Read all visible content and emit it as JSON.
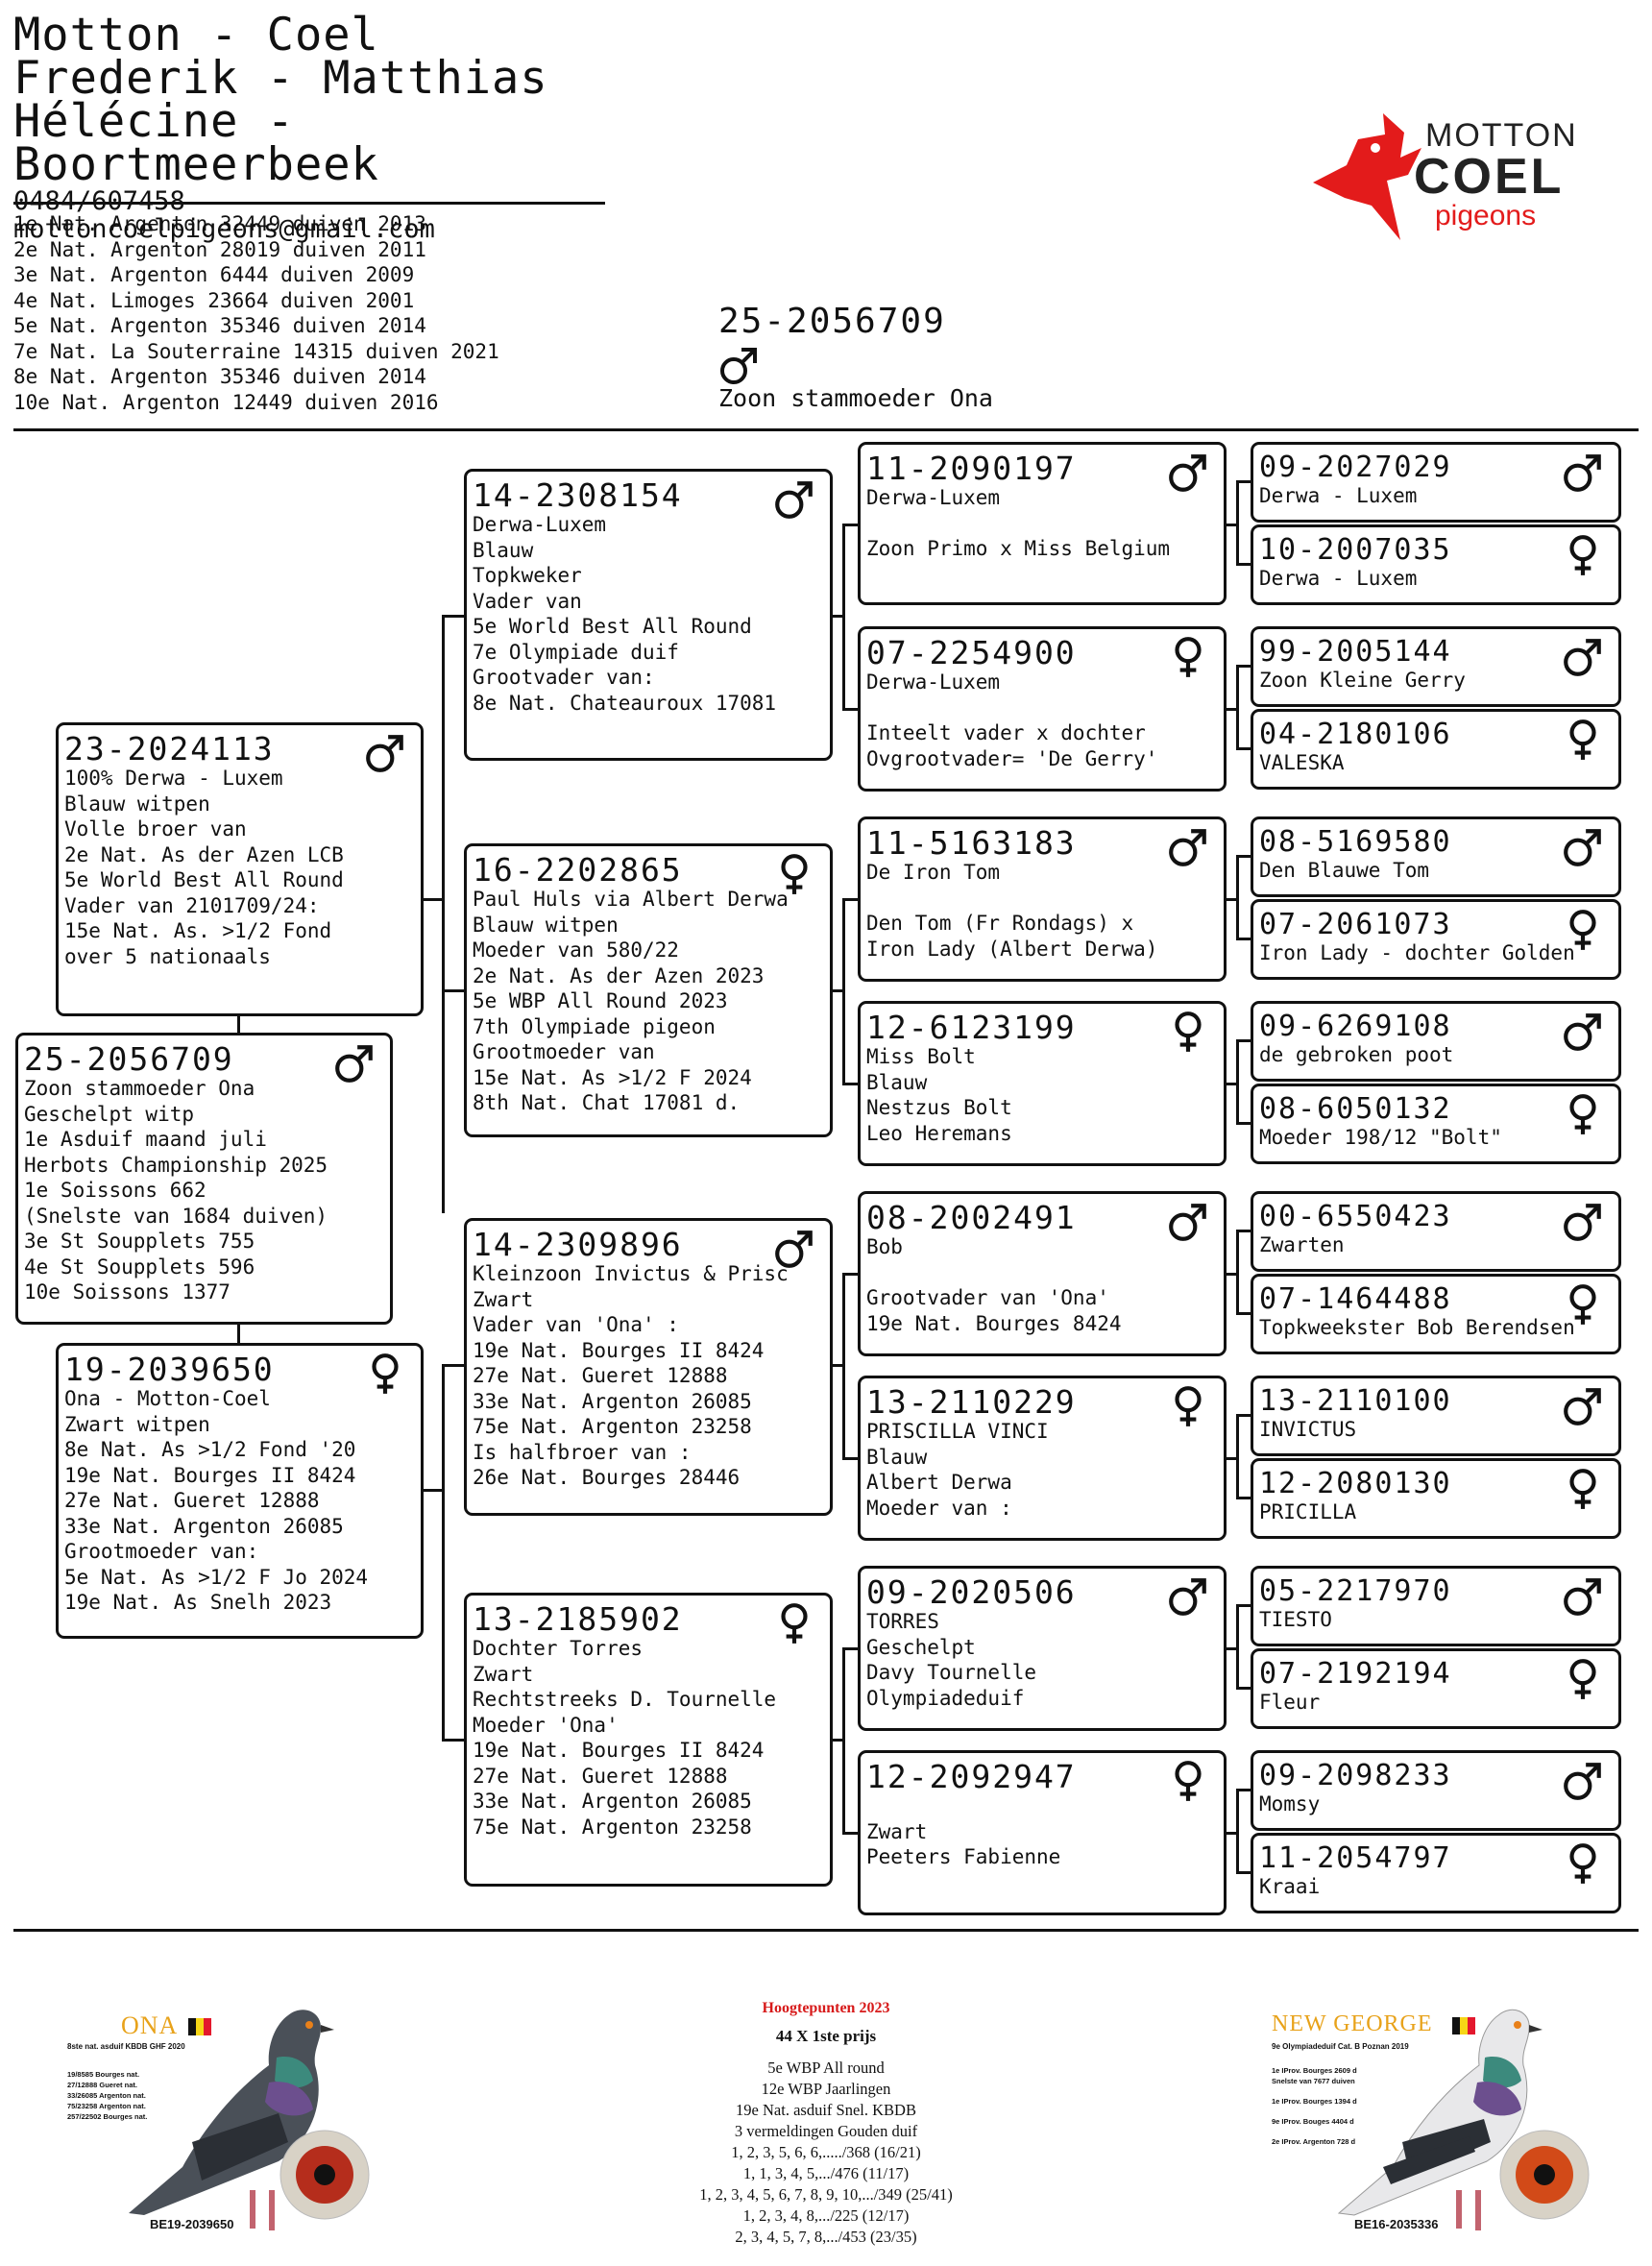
{
  "header": {
    "names": [
      "Motton - Coel",
      "Frederik - Matthias",
      "Hélécine - Boortmeerbeek"
    ],
    "phone": "0484/607458",
    "email": "mottoncoelpigeons@gmail.com",
    "results": [
      "1e Nat. Argenton 32449 duiven 2013",
      "2e Nat. Argenton 28019 duiven 2011",
      "3e Nat. Argenton 6444 duiven 2009",
      "4e Nat. Limoges 23664 duiven 2001",
      "5e Nat. Argenton 35346 duiven 2014",
      "7e Nat. La Souterraine 14315 duiven 2021",
      "8e Nat. Argenton 35346 duiven 2014",
      "10e Nat. Argenton 12449 duiven 2016"
    ],
    "subject_ring": "25-2056709",
    "subject_sex": "male",
    "subject_name": "Zoon stammoeder Ona"
  },
  "logo": {
    "line1": "MOTTON",
    "line2": "COEL",
    "line3": "pigeons",
    "accent": "#e31b1b"
  },
  "pedigree": {
    "subject": {
      "ring": "25-2056709",
      "sex": "male",
      "lines": [
        "Zoon stammoeder Ona",
        "Geschelpt witp",
        "1e Asduif maand juli",
        "Herbots Championship 2025",
        "1e Soissons 662",
        "(Snelste van 1684 duiven)",
        "3e St Soupplets 755",
        "4e St Soupplets 596",
        "10e Soissons 1377"
      ]
    },
    "father": {
      "ring": "23-2024113",
      "sex": "male",
      "lines": [
        "100% Derwa - Luxem",
        "Blauw witpen",
        "Volle broer van",
        "2e Nat. As der Azen LCB",
        "5e World Best All Round",
        "Vader van 2101709/24:",
        "15e Nat. As. >1/2 Fond",
        "over 5 nationaals"
      ]
    },
    "mother": {
      "ring": "19-2039650",
      "sex": "female",
      "lines": [
        "Ona - Motton-Coel",
        "Zwart witpen",
        "8e Nat. As >1/2 Fond '20",
        "19e Nat. Bourges II 8424",
        "27e Nat. Gueret 12888",
        "33e Nat. Argenton 26085",
        "Grootmoeder van:",
        "5e Nat. As >1/2 F Jo 2024",
        "19e Nat. As Snelh 2023"
      ]
    },
    "gen2": [
      {
        "ring": "14-2308154",
        "sex": "male",
        "lines": [
          "Derwa-Luxem",
          "Blauw",
          "Topkweker",
          "Vader van",
          "5e World Best All Round",
          "7e Olympiade duif",
          "Grootvader van:",
          "8e Nat. Chateauroux 17081"
        ]
      },
      {
        "ring": "16-2202865",
        "sex": "female",
        "lines": [
          "Paul Huls via Albert Derwa",
          "Blauw witpen",
          "Moeder van 580/22",
          "2e Nat. As der Azen 2023",
          "5e WBP All Round 2023",
          "7th Olympiade pigeon",
          "Grootmoeder van",
          "15e Nat. As >1/2 F 2024",
          "8th Nat. Chat 17081 d."
        ]
      },
      {
        "ring": "14-2309896",
        "sex": "male",
        "lines": [
          "Kleinzoon Invictus & Prisc",
          "Zwart",
          "Vader van 'Ona' :",
          "19e Nat. Bourges II 8424",
          "27e Nat. Gueret 12888",
          "33e Nat. Argenton 26085",
          "75e Nat. Argenton 23258",
          "Is halfbroer van :",
          "26e Nat. Bourges 28446"
        ]
      },
      {
        "ring": "13-2185902",
        "sex": "female",
        "lines": [
          "Dochter Torres",
          "Zwart",
          "Rechtstreeks D. Tournelle",
          "Moeder 'Ona'",
          "19e Nat. Bourges II 8424",
          "27e Nat. Gueret 12888",
          "33e Nat. Argenton 26085",
          "75e Nat. Argenton 23258"
        ]
      }
    ],
    "gen3": [
      {
        "ring": "11-2090197",
        "sex": "male",
        "lines": [
          "Derwa-Luxem",
          "",
          "Zoon Primo x Miss Belgium"
        ]
      },
      {
        "ring": "07-2254900",
        "sex": "female",
        "lines": [
          "Derwa-Luxem",
          "",
          "Inteelt vader x dochter",
          "Ovgrootvader= 'De Gerry'"
        ]
      },
      {
        "ring": "11-5163183",
        "sex": "male",
        "lines": [
          "De Iron Tom",
          "",
          "Den Tom (Fr Rondags) x",
          "Iron Lady (Albert Derwa)"
        ]
      },
      {
        "ring": "12-6123199",
        "sex": "female",
        "lines": [
          "Miss Bolt",
          "Blauw",
          "Nestzus Bolt",
          "Leo Heremans"
        ]
      },
      {
        "ring": "08-2002491",
        "sex": "male",
        "lines": [
          "Bob",
          "",
          "Grootvader van 'Ona'",
          "19e Nat. Bourges 8424"
        ]
      },
      {
        "ring": "13-2110229",
        "sex": "female",
        "lines": [
          "PRISCILLA VINCI",
          "Blauw",
          "Albert Derwa",
          "Moeder van :"
        ]
      },
      {
        "ring": "09-2020506",
        "sex": "male",
        "lines": [
          "TORRES",
          "Geschelpt",
          "Davy Tournelle",
          "Olympiadeduif"
        ]
      },
      {
        "ring": "12-2092947",
        "sex": "female",
        "lines": [
          "",
          "Zwart",
          "Peeters Fabienne"
        ]
      }
    ],
    "gen4": [
      {
        "ring": "09-2027029",
        "sex": "male",
        "line": "Derwa - Luxem"
      },
      {
        "ring": "10-2007035",
        "sex": "female",
        "line": "Derwa - Luxem"
      },
      {
        "ring": "99-2005144",
        "sex": "male",
        "line": "Zoon Kleine Gerry"
      },
      {
        "ring": "04-2180106",
        "sex": "female",
        "line": "VALESKA"
      },
      {
        "ring": "08-5169580",
        "sex": "male",
        "line": "Den Blauwe Tom"
      },
      {
        "ring": "07-2061073",
        "sex": "female",
        "line": "Iron Lady - dochter Golden"
      },
      {
        "ring": "09-6269108",
        "sex": "male",
        "line": "de gebroken poot"
      },
      {
        "ring": "08-6050132",
        "sex": "female",
        "line": "Moeder 198/12 \"Bolt\""
      },
      {
        "ring": "00-6550423",
        "sex": "male",
        "line": "Zwarten"
      },
      {
        "ring": "07-1464488",
        "sex": "female",
        "line": "Topkweekster Bob Berendsen"
      },
      {
        "ring": "13-2110100",
        "sex": "male",
        "line": "INVICTUS"
      },
      {
        "ring": "12-2080130",
        "sex": "female",
        "line": "PRICILLA"
      },
      {
        "ring": "05-2217970",
        "sex": "male",
        "line": "TIESTO"
      },
      {
        "ring": "07-2192194",
        "sex": "female",
        "line": "Fleur"
      },
      {
        "ring": "09-2098233",
        "sex": "male",
        "line": "Momsy"
      },
      {
        "ring": "11-2054797",
        "sex": "female",
        "line": "Kraai"
      }
    ]
  },
  "footer": {
    "left": {
      "name": "ONA",
      "subtitle": "8ste nat. asduif KBDB GHF 2020",
      "results": [
        "19/8585 Bourges nat.",
        "27/12888 Gueret nat.",
        "33/26085 Argenton nat.",
        "75/23258 Argenton nat.",
        "257/22502 Bourges nat."
      ],
      "ring": "BE19-2039650"
    },
    "center": {
      "title": "Hoogtepunten 2023",
      "headline": "44 X 1ste prijs",
      "lines": [
        "5e WBP All round",
        "12e WBP Jaarlingen",
        "19e Nat. asduif Snel. KBDB",
        "3 vermeldingen Gouden duif",
        "1, 2, 3, 5, 6, 6,...../368 (16/21)",
        "1, 1, 3, 4, 5,.../476 (11/17)",
        "1, 2, 3, 4, 5, 6, 7, 8, 9, 10,.../349 (25/41)",
        "1, 2, 3, 4, 8,.../225 (12/17)",
        "2, 3, 4, 5, 7, 8,.../453 (23/35)"
      ]
    },
    "right": {
      "name": "NEW GEORGE",
      "subtitle": "9e Olympiadeduif Cat. B Poznan 2019",
      "results": [
        "1e IProv. Bourges 2609 d",
        "Snelste van 7677 duiven",
        "1e IProv. Bourges 1394 d",
        "9e IProv. Bouges 4404 d",
        "2e IProv. Argenton 728 d"
      ],
      "ring": "BE16-2035336"
    }
  }
}
